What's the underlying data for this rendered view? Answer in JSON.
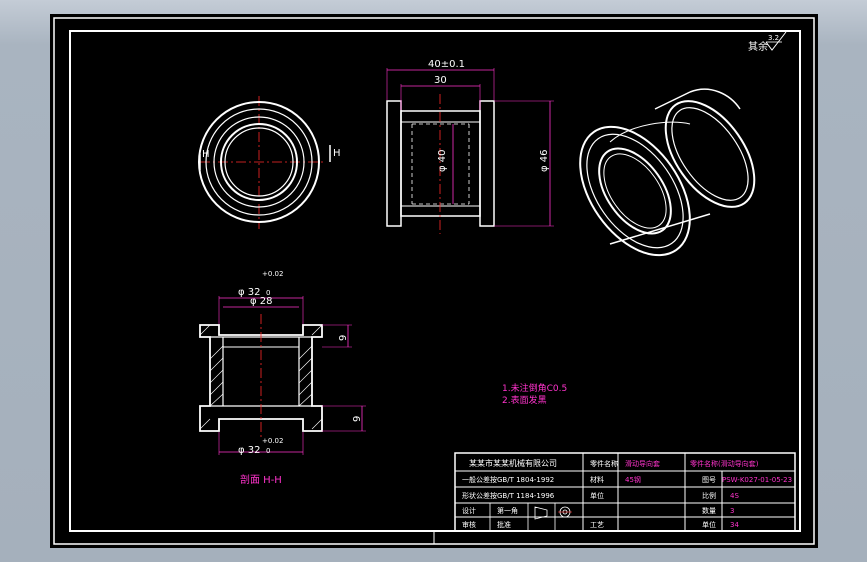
{
  "roughness": {
    "label": "其余",
    "value": "3.2"
  },
  "front_view": {
    "section_mark": "H"
  },
  "side_view": {
    "dim_total": "40±0.1",
    "dim_inner": "30",
    "dim_bore": "φ 40",
    "dim_outer": "φ 46"
  },
  "section_view": {
    "top_dim": "φ 32",
    "top_tol": "+0.02",
    "top_tol_low": "0",
    "inner_dim": "φ 28",
    "bottom_dim": "φ 32",
    "bottom_tol": "+0.02",
    "bottom_tol_low": "0",
    "right_dim_upper": "9",
    "right_dim_lower": "9",
    "label": "剖面 H-H"
  },
  "notes": {
    "line1": "1.未注倒角C0.5",
    "line2": "2.表面发黑"
  },
  "title_block": {
    "company": "某某市某某机械有限公司",
    "std1": "一般公差按GB/T 1804-1992",
    "std2": "形状公差按GB/T 1184-1996",
    "projection": "第一角",
    "design_label": "设计",
    "check_label": "审核",
    "process_label": "工艺",
    "approve_label": "批准",
    "part_name_label": "零件名称",
    "part_name": "滑动导向套",
    "material_label": "材料",
    "material_value": "45钢",
    "drawing_no_label": "图号",
    "drawing_no": "PSW-K027-01-05-23",
    "scale_label": "比例",
    "scale_value": "4S",
    "qty_label": "数量",
    "qty_value": "3",
    "unit_label": "单位",
    "unit_value": "34",
    "header_extra": "零件名称(滑动导向套)"
  }
}
